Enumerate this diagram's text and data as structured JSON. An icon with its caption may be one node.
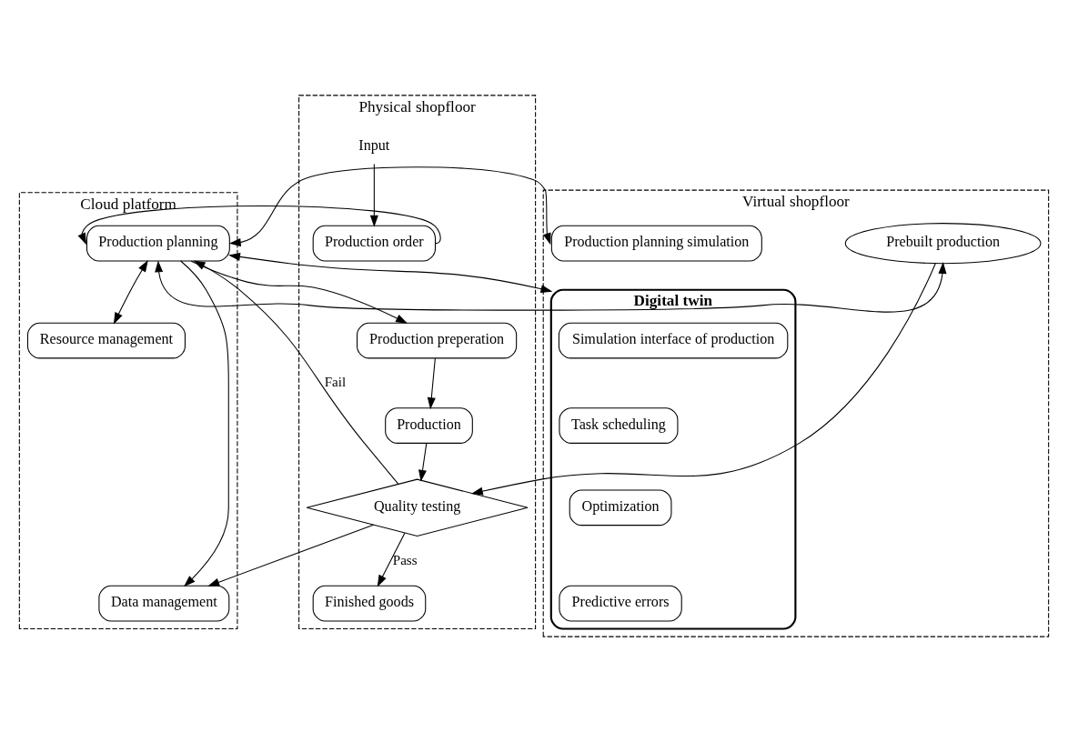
{
  "diagram": {
    "nodes": [
      {
        "text": [
          "Physical shopfloor"
        ]
      },
      {
        "text": [
          "Cloud platform"
        ]
      },
      {
        "text": [
          "Virtual shopfloor"
        ]
      },
      {
        "text": [
          "Input"
        ],
        "in": 0
      },
      {
        "text": [
          "Production order"
        ],
        "in": 0
      },
      {
        "text": [
          "Production preperation"
        ],
        "in": 0
      },
      {
        "text": [
          "Production"
        ],
        "in": 0
      },
      {
        "text": [
          "Quality testing"
        ],
        "in": 0
      },
      {
        "text": [
          "Finished goods"
        ],
        "in": 0
      },
      {
        "text": [
          "Production planning"
        ],
        "in": 1
      },
      {
        "text": [
          "Resource management"
        ],
        "in": 1
      },
      {
        "text": [
          "Data management"
        ],
        "in": 1
      },
      {
        "text": [
          "Production planning simulation"
        ],
        "in": 2
      },
      {
        "text": [
          "Prebuilt production"
        ],
        "in": 2
      },
      {
        "text": [
          "Digital twin"
        ],
        "in": 2
      },
      {
        "text": [
          "Simulation interface of production"
        ],
        "in": 14
      },
      {
        "text": [
          "Task scheduling"
        ],
        "in": 14
      },
      {
        "text": [
          "Optimization"
        ],
        "in": 14
      },
      {
        "text": [
          "Predictive errors"
        ],
        "in": 14
      }
    ],
    "edges": [
      {
        "from": 3,
        "to": 4,
        "arrow": "to"
      },
      {
        "from": 4,
        "to": 9,
        "arrow": "to"
      },
      {
        "from": 7,
        "to": 9,
        "arrow": "to",
        "label": "Fail"
      },
      {
        "from": 9,
        "to": 12,
        "arrow": "both"
      },
      {
        "from": 9,
        "to": 5,
        "arrow": "to"
      },
      {
        "from": 9,
        "to": 10,
        "arrow": "both"
      },
      {
        "from": 9,
        "to": 11,
        "arrow": "to"
      },
      {
        "from": 9,
        "to": 14,
        "arrow": "both"
      },
      {
        "from": 13,
        "to": 9,
        "arrow": "both"
      },
      {
        "from": 13,
        "to": 7,
        "arrow": "to"
      },
      {
        "from": 5,
        "to": 6,
        "arrow": "to"
      },
      {
        "from": 6,
        "to": 7,
        "arrow": "to"
      },
      {
        "from": 7,
        "to": 8,
        "arrow": "to",
        "label": "Pass"
      },
      {
        "from": 7,
        "to": 11,
        "arrow": "to"
      }
    ]
  }
}
